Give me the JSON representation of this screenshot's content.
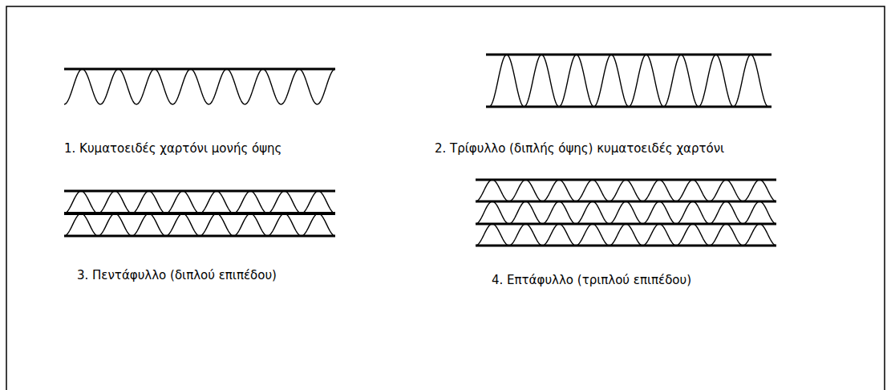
{
  "diagram": {
    "labels": [
      "1. Κυματοειδές χαρτόνι μονής όψης",
      "2. Τρίφυλλο (διπλής όψης) κυματοειδές χαρτόνι",
      "3. Πεντάφυλλο (διπλού επιπέδου)",
      "4. Επτάφυλλο (τριπλού επιπέδου)"
    ]
  }
}
